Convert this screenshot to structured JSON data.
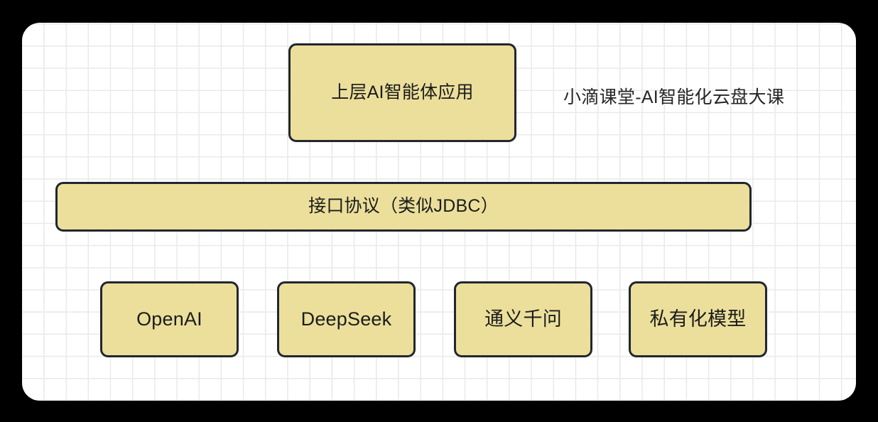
{
  "canvas": {
    "background_color": "#ffffff",
    "grid_color": "#e9e9e9",
    "outer_background": "#000000"
  },
  "theme": {
    "node_fill": "#ebdf9b",
    "node_border": "#22262f",
    "text_color": "#1c1c1c",
    "title_color": "#262626"
  },
  "diagram": {
    "title": "小滴课堂-AI智能化云盘大课",
    "layers": {
      "application": {
        "label": "上层AI智能体应用"
      },
      "protocol": {
        "label": "接口协议（类似JDBC）"
      },
      "providers": [
        {
          "label": "OpenAI"
        },
        {
          "label": "DeepSeek"
        },
        {
          "label": "通义千问"
        },
        {
          "label": "私有化模型"
        }
      ]
    }
  }
}
